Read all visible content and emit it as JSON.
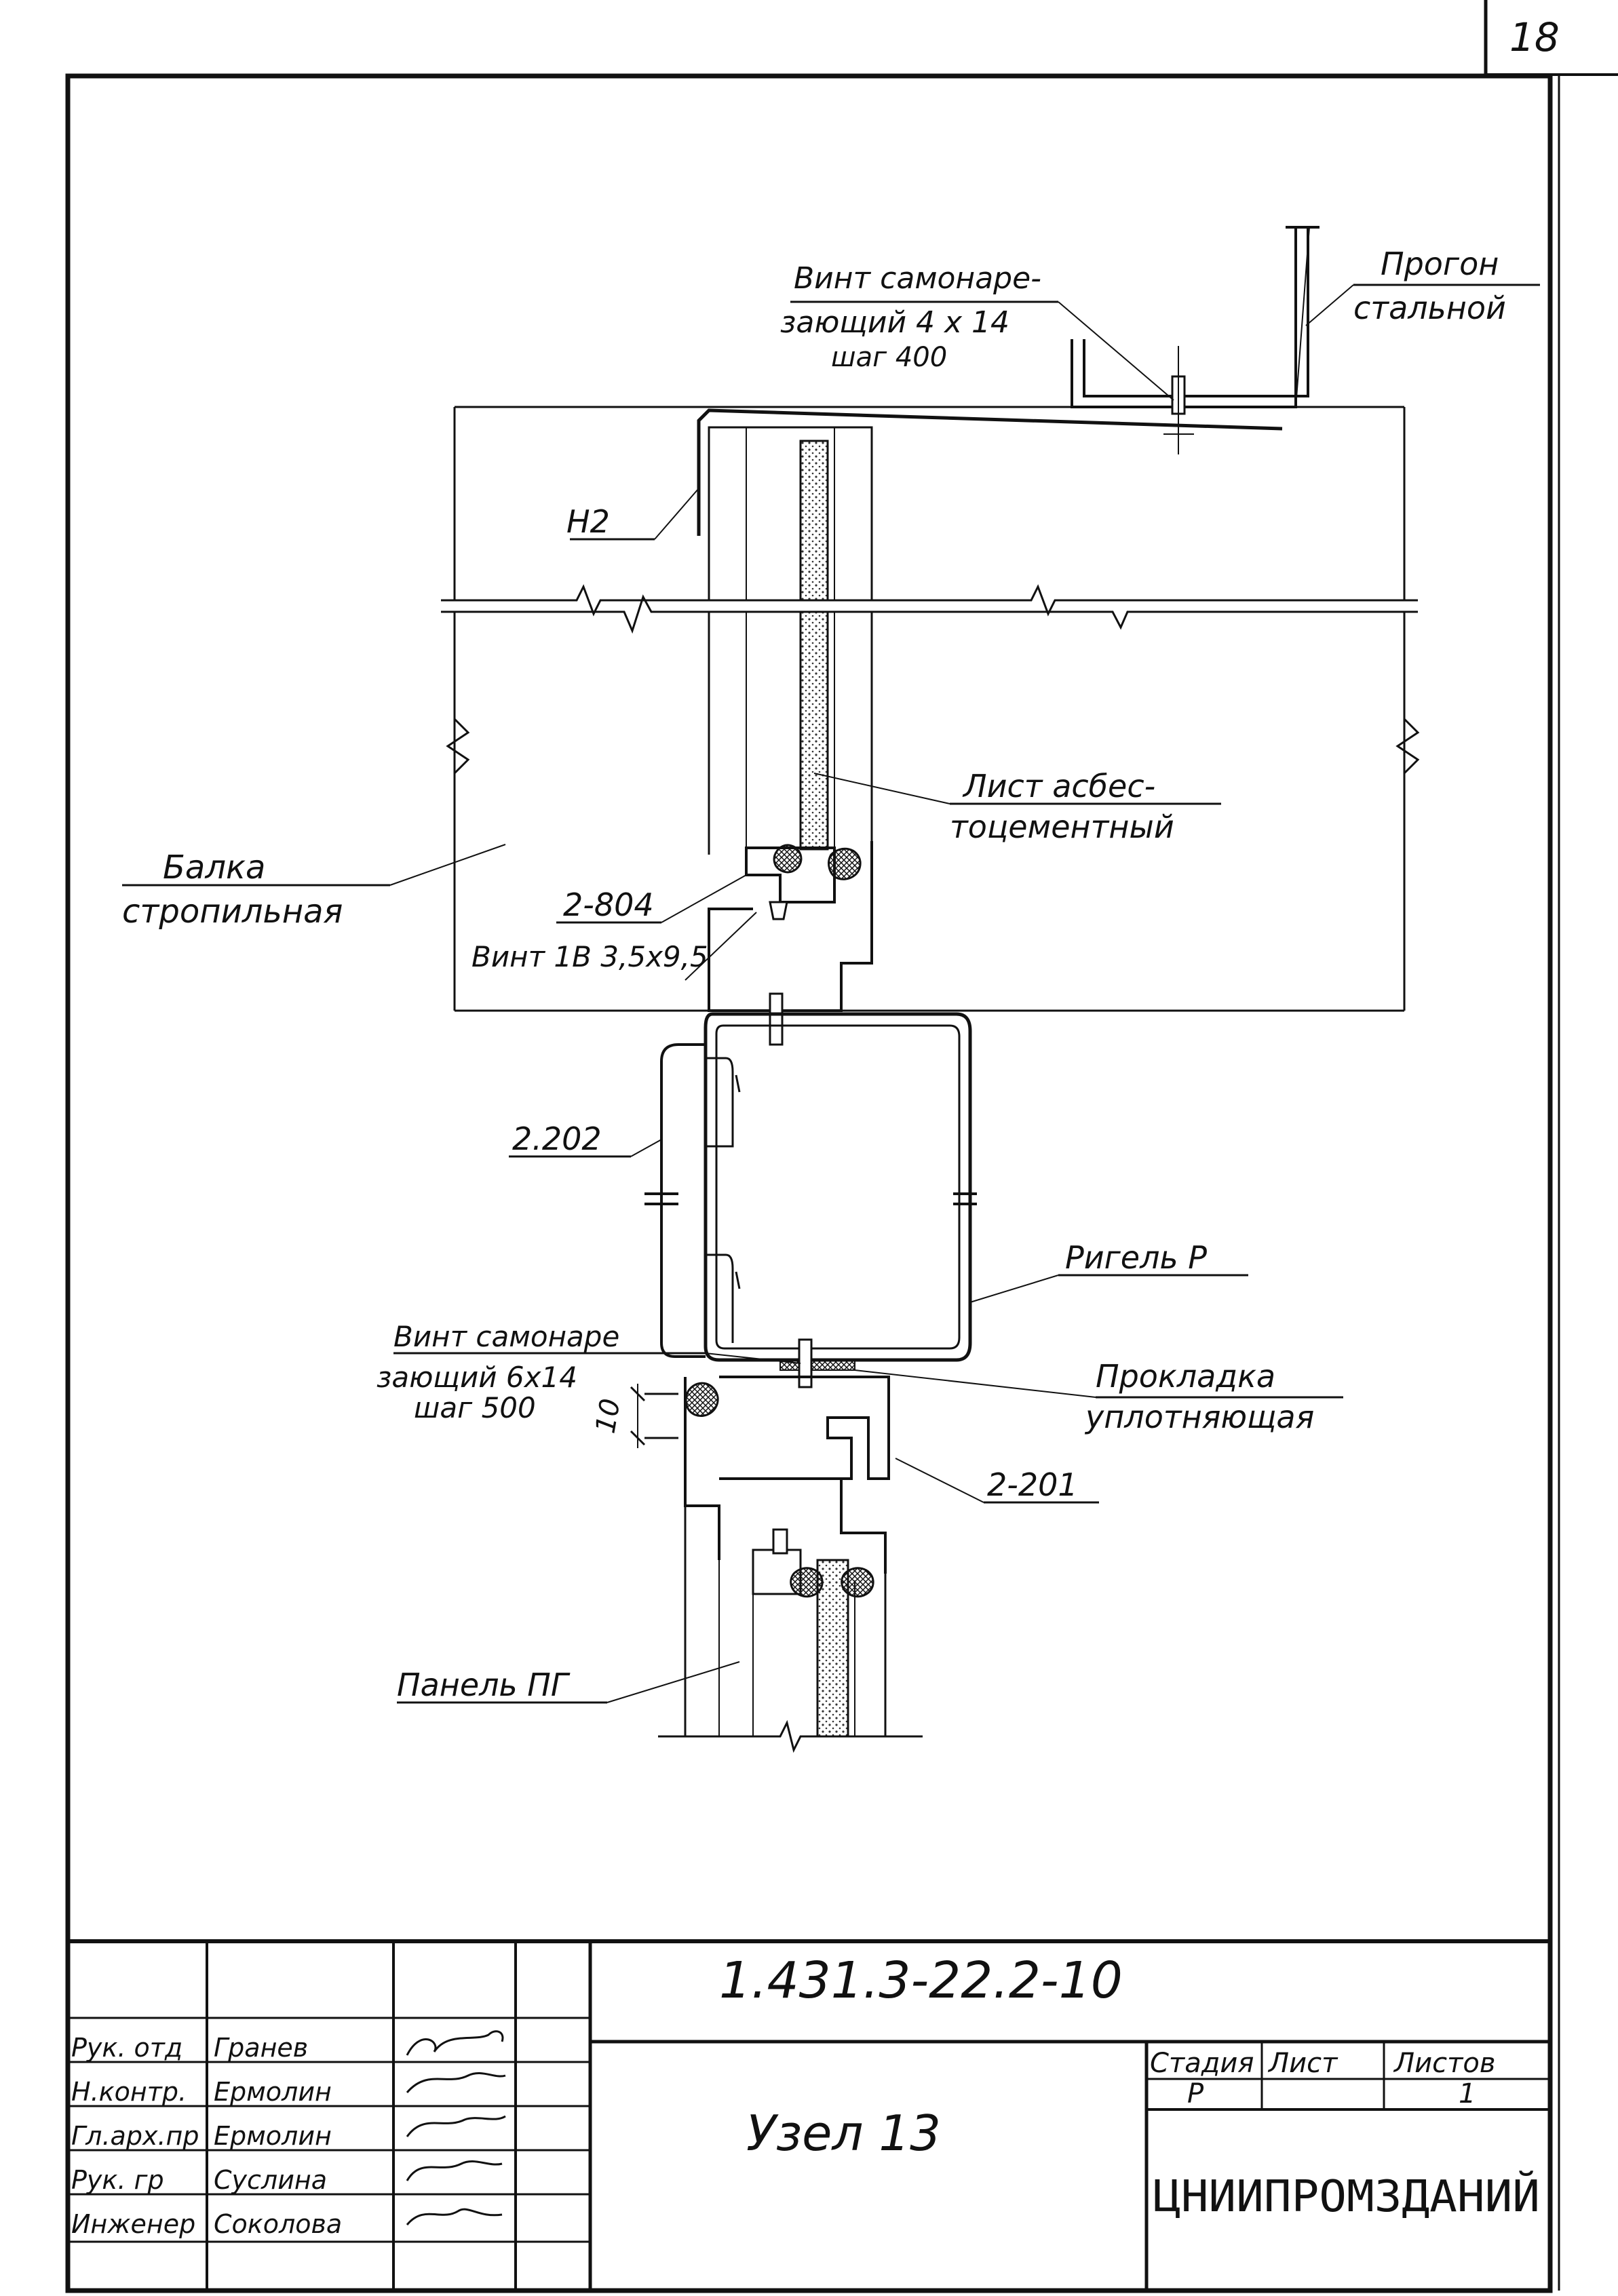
{
  "page_number": "18",
  "labels": {
    "screw_top": [
      "Винт самонаре-",
      "зающий  4 x 14",
      "шаг 400"
    ],
    "purlin": [
      "Прогон",
      "стальной"
    ],
    "h2": "Н2",
    "asbestos_sheet": [
      "Лист асбес-",
      "тоцементный"
    ],
    "beam": [
      "Балка",
      "стропильная"
    ],
    "part_2_804": "2-804",
    "screw_1b": "Винт 1В 3,5x9,5",
    "part_2_202": "2.202",
    "rigel": "Ригель Р",
    "screw_mid": [
      "Винт самонаре",
      "зающий 6x14",
      "шаг 500"
    ],
    "gasket": [
      "Прокладка",
      "уплотняющая"
    ],
    "dim_10": "10",
    "part_2_201": "2-201",
    "panel": "Панель ПГ"
  },
  "title_block": {
    "document_code": "1.431.3-22.2-10",
    "sheet_title": "Узел 13",
    "organization": "ЦНИИПРОМЗДАНИЙ",
    "stage_header": "Стадия",
    "sheet_header": "Лист",
    "sheets_header": "Листов",
    "stage_value": "Р",
    "sheet_value": "",
    "sheets_value": "1",
    "signatures": [
      {
        "role": "Рук. отд",
        "name": "Гранев"
      },
      {
        "role": "Н.контр.",
        "name": "Ермолин"
      },
      {
        "role": "Гл.арх.пр",
        "name": "Ермолин"
      },
      {
        "role": "Рук. гр",
        "name": "Суслина"
      },
      {
        "role": "Инженер",
        "name": "Соколова"
      }
    ]
  }
}
